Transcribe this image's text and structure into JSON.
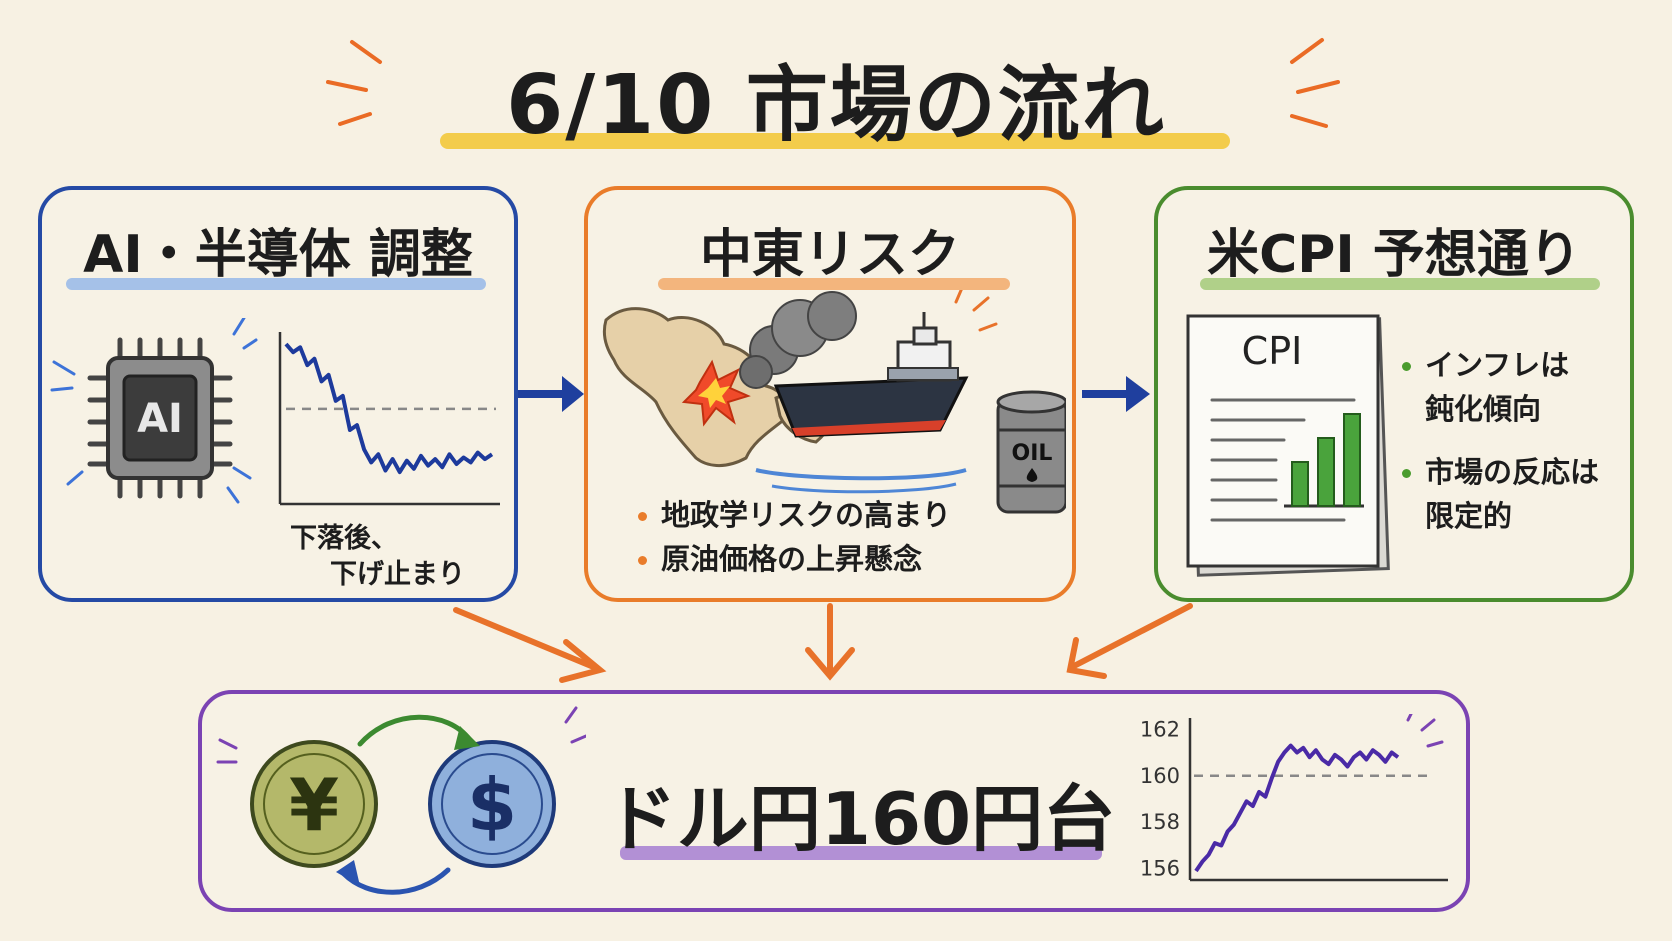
{
  "title": "6/10 市場の流れ",
  "colors": {
    "title_highlight": "#f2c530",
    "ai": "#254aa5",
    "middle_east": "#e97c2a",
    "cpi": "#4a8c2e",
    "usdjpy": "#7b43b3",
    "arrow_blue": "#1f3f9e",
    "arrow_orange": "#e8722a"
  },
  "ai_panel": {
    "title": "AI・半導体 調整",
    "chip_label": "AI",
    "chip_icon": "ai-chip-icon",
    "chart_note_line1": "下落後、",
    "chart_note_line2": "下げ止まり"
  },
  "middle_east_panel": {
    "title": "中東リスク",
    "icons": [
      "map-icon",
      "explosion-icon",
      "smoke-icon",
      "tanker-ship-icon",
      "oil-barrel-icon"
    ],
    "barrel_label": "OIL",
    "bullets": [
      "地政学リスクの高まり",
      "原油価格の上昇懸念"
    ]
  },
  "cpi_panel": {
    "title": "米CPI 予想通り",
    "doc_label": "CPI",
    "bullets": [
      {
        "line1": "インフレは",
        "line2": "鈍化傾向"
      },
      {
        "line1": "市場の反応は",
        "line2": "限定的"
      }
    ]
  },
  "usdjpy_panel": {
    "title": "ドル円160円台",
    "yen_symbol": "¥",
    "dollar_symbol": "$",
    "chart_data": {
      "type": "line",
      "yticks": [
        "162",
        "160",
        "158",
        "156"
      ],
      "ylim": [
        155.6,
        162.4
      ],
      "reference_line": 160,
      "values": [
        155.9,
        156.3,
        156.6,
        157.1,
        157.0,
        157.6,
        157.9,
        158.4,
        158.9,
        158.7,
        159.3,
        159.1,
        159.9,
        160.6,
        161.0,
        161.3,
        161.0,
        161.2,
        160.8,
        161.1,
        160.7,
        160.5,
        160.9,
        160.7,
        160.4,
        160.8,
        161.0,
        160.7,
        161.1,
        160.9,
        160.6,
        161.0,
        160.8
      ]
    }
  },
  "ai_chart_data": {
    "type": "line",
    "reference_line": 0.55,
    "values": [
      0.95,
      0.9,
      0.93,
      0.82,
      0.86,
      0.72,
      0.76,
      0.6,
      0.63,
      0.42,
      0.45,
      0.3,
      0.22,
      0.27,
      0.17,
      0.24,
      0.16,
      0.23,
      0.18,
      0.26,
      0.2,
      0.24,
      0.19,
      0.27,
      0.21,
      0.25,
      0.22,
      0.28,
      0.24,
      0.27
    ]
  }
}
